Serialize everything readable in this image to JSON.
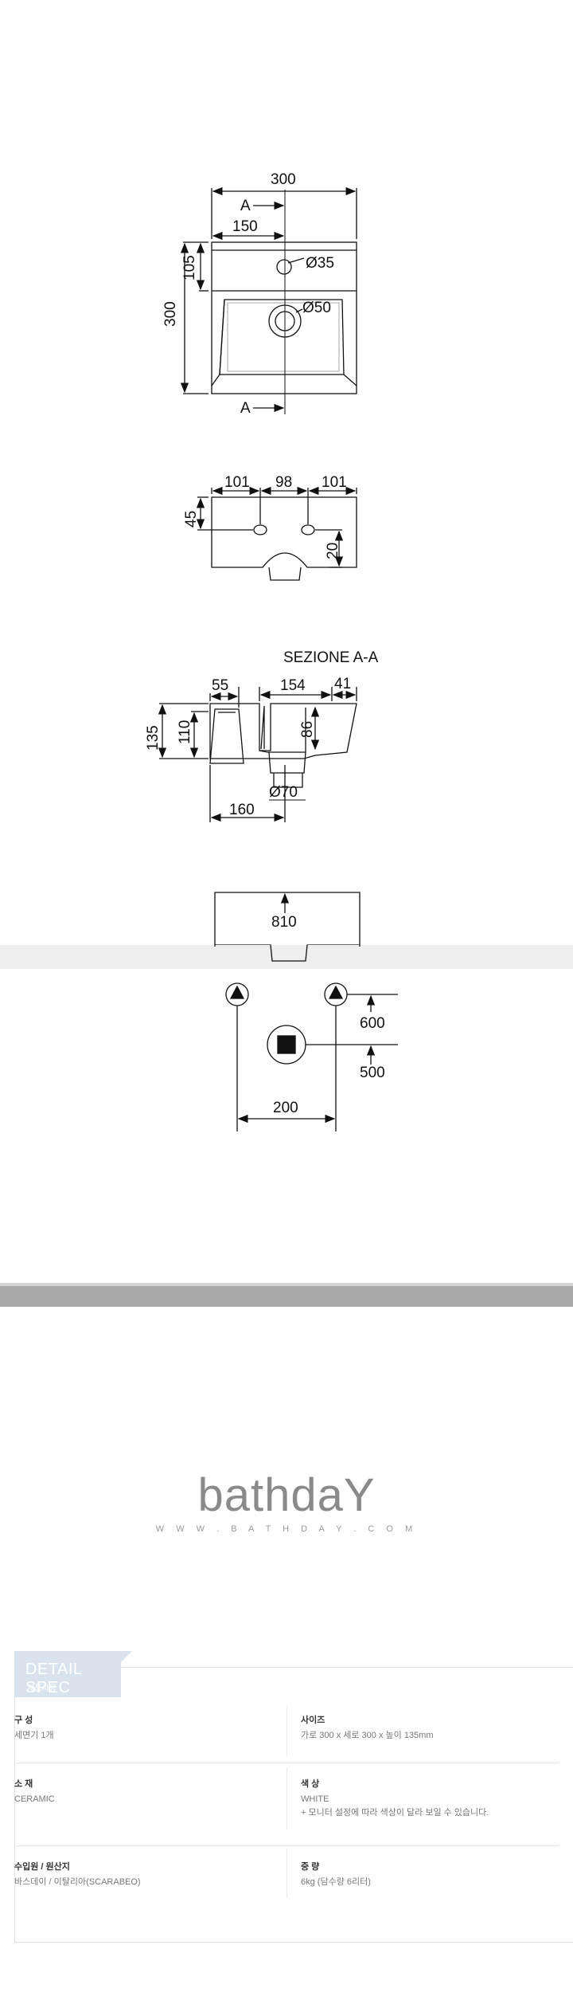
{
  "drawing": {
    "top_view": {
      "dim_width": "300",
      "dim_half": "150",
      "dim_height": "300",
      "dim_top": "105",
      "tap_hole": "Ø35",
      "drain_hole": "Ø50",
      "section_mark": "A"
    },
    "front_view": {
      "dim_left": "101",
      "dim_mid": "98",
      "dim_right": "101",
      "dim_height": "45",
      "dim_hole": "20"
    },
    "section_view": {
      "title": "SEZIONE A-A",
      "dim_55": "55",
      "dim_154": "154",
      "dim_41": "41",
      "dim_135": "135",
      "dim_110": "110",
      "dim_86": "86",
      "dim_drain": "Ø70",
      "dim_160": "160"
    },
    "install_view": {
      "dim_height": "810",
      "dim_600": "600",
      "dim_500": "500",
      "dim_200": "200"
    }
  },
  "brand": {
    "logo": "bathdaY",
    "url": "W W W . B A T H D A Y . C O M"
  },
  "spec": {
    "badge_title": "DETAIL SPEC",
    "badge_sub": "제품사양",
    "rows": [
      {
        "left": {
          "label": "구 성",
          "value": "세면기 1개"
        },
        "right": {
          "label": "사이즈",
          "value": "가로 300 x 세로 300 x 높이 135mm"
        }
      },
      {
        "left": {
          "label": "소 재",
          "value": "CERAMIC"
        },
        "right": {
          "label": "색 상",
          "value": "WHITE",
          "value2": "+ 모니터 설정에 따라 색상이 달라 보일 수 있습니다."
        }
      },
      {
        "left": {
          "label": "수입원 / 원산지",
          "value": "바스데이 / 이탈리아(SCARABEO)"
        },
        "right": {
          "label": "중 량",
          "value": "6kg  (담수량 6리터)"
        }
      }
    ]
  },
  "colors": {
    "band_grey": "#eeeeee",
    "divider_grey": "#a9a9a9",
    "badge_blue": "#d9e3ee",
    "logo_grey": "#8a8a8a"
  }
}
